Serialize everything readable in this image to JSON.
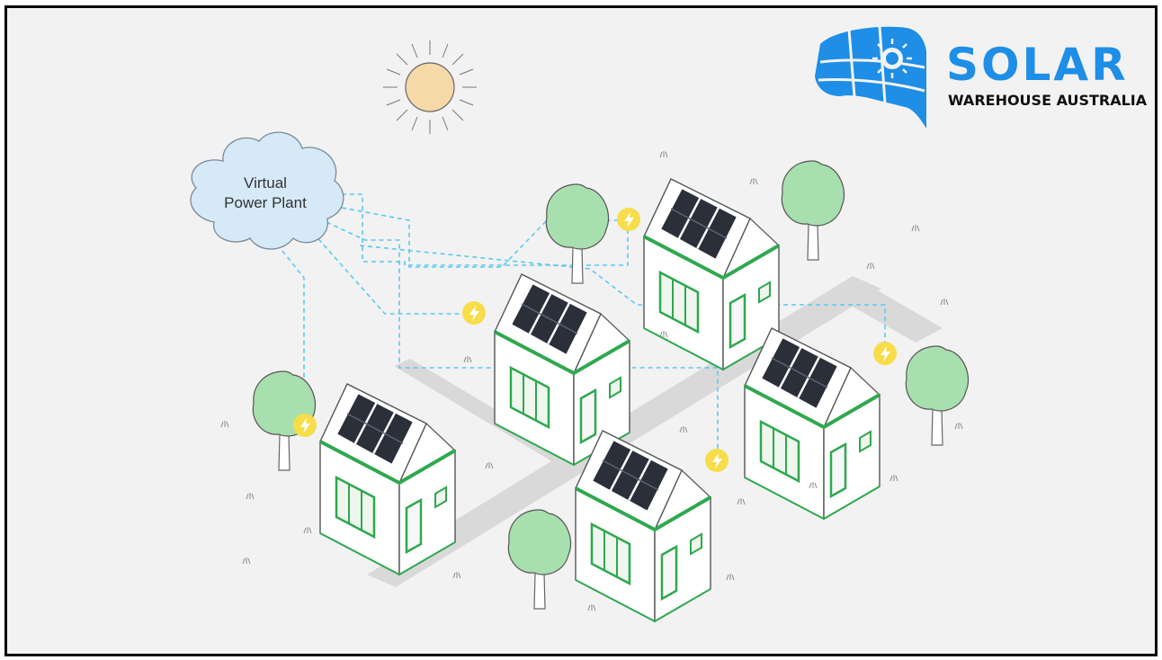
{
  "cloud": {
    "line1": "Virtual",
    "line2": "Power Plant"
  },
  "logo": {
    "word": "SOLAR",
    "tagline": "WAREHOUSE AUSTRALIA"
  },
  "colors": {
    "background": "#f2f2f2",
    "road": "#d9d9d9",
    "brand_blue": "#1e8ee6",
    "dash_line": "#5bc8ef",
    "house_trim": "#2fa84f",
    "panel": "#2b2f3a",
    "bolt_fill": "#f7dd4a",
    "tree": "#a8dfae",
    "sun": "#f6d9a8"
  },
  "icons": [
    "sun-icon",
    "cloud-icon",
    "lightning-icon",
    "house-icon",
    "tree-icon",
    "solar-logo-icon"
  ]
}
